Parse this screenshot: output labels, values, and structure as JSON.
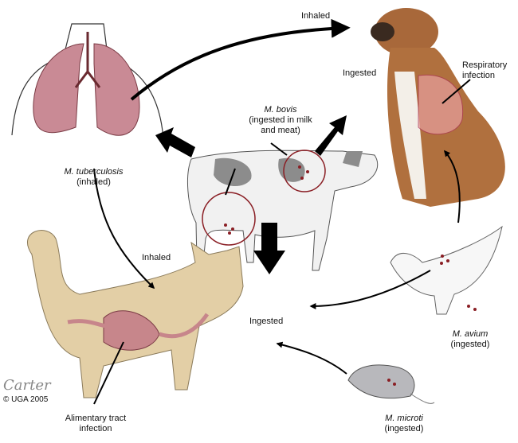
{
  "labels": {
    "inhaled_top": "Inhaled",
    "ingested_dog": "Ingested",
    "respiratory_infection": "Respiratory infection",
    "m_bovis": "M. bovis",
    "m_bovis_note": "(ingested in milk and meat)",
    "m_tuberculosis": "M. tuberculosis",
    "m_tuberculosis_note": "(inhaled)",
    "inhaled_cat": "Inhaled",
    "ingested_cat": "Ingested",
    "m_avium": "M. avium",
    "m_avium_note": "(ingested)",
    "m_microti": "M. microti",
    "m_microti_note": "(ingested)",
    "alimentary_infection": "Alimentary tract infection",
    "copyright": "© UGA 2005",
    "signature": "Carter"
  },
  "colors": {
    "lung": "#c98a95",
    "dog": "#b0703e",
    "cow_spots": "#8c8c8c",
    "cat": "#e3cfa6",
    "intestine": "#c7868b",
    "infection": "#8a1e24",
    "arrow": "#000000"
  }
}
